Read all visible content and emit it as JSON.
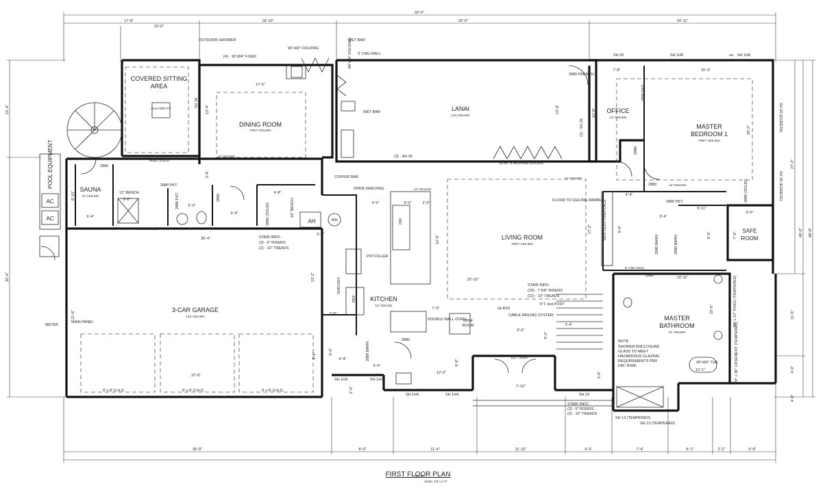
{
  "title": "FIRST FLOOR PLAN",
  "scale": "Scale: 1/4\"=1'-0\"",
  "rooms": [
    {
      "id": "covered-sitting",
      "name": "COVERED SITTING",
      "name2": "AREA",
      "sub": ""
    },
    {
      "id": "dining",
      "name": "DINING ROOM",
      "sub": "TREY CEILING"
    },
    {
      "id": "lanai",
      "name": "LANAI",
      "sub": "12'4 CEILING"
    },
    {
      "id": "office",
      "name": "OFFICE",
      "sub": "12' CEILING"
    },
    {
      "id": "master-bed",
      "name": "MASTER",
      "name2": "BEDROOM 1",
      "sub": "TREY CEILING"
    },
    {
      "id": "sauna",
      "name": "SAUNA",
      "sub": "12' CEILING"
    },
    {
      "id": "living",
      "name": "LIVING ROOM",
      "sub": "TREY CEILING"
    },
    {
      "id": "kitchen",
      "name": "KITCHEN",
      "sub": "12' CEILING"
    },
    {
      "id": "garage",
      "name": "3-CAR GARAGE",
      "sub": "14'4 CEILING"
    },
    {
      "id": "master-bath",
      "name": "MASTER",
      "name2": "BATHROOM",
      "sub": "12' CEILING"
    },
    {
      "id": "safe-room",
      "name": "SAFE",
      "name2": "ROOM",
      "sub": ""
    },
    {
      "id": "wine",
      "name": "WINE",
      "name2": "ROOM",
      "sub": ""
    }
  ],
  "labels": {
    "gas_fire_pit": "GAS FIRE PIT",
    "outdoor_shower": "OUTDOOR SHOWER",
    "fixed_windows": "(4) - 16\"x84\" FIXED",
    "folding_90x60": "90\"x60\" FOLDING",
    "wet_bar_1": "WET BAR",
    "wet_bar_2": "WET BAR",
    "cmu_wall": "3' CMU WALL",
    "folding_60x60": "60\"x60\" FOLDING",
    "french": "2880 FRENCH",
    "sgd": "8080 S.G.D.",
    "sh26_lanai": "(3) - SH 26",
    "stacking": "16'x8' STACKING DOORS",
    "sh26_office": "(2) - SH 26",
    "pool_equipment": "POOL EQUIPMENT",
    "ac1": "AC",
    "ac2": "AC",
    "coffee_bar": "COFFEE BAR",
    "open_shelving": "OPEN SHELVING",
    "ah": "AH",
    "wh": "WH",
    "bench_12": "12\" BENCH",
    "bench_16": "16\" BENCH",
    "pkt_2880": "2880 PKT.",
    "stair_info_1": "STAIR INFO:",
    "stair_info_1a": "(3) - 6\" RISERS",
    "stair_info_1b": "(2) - 10\" TREADS",
    "pot_filler": "POT-FILLER",
    "shelves": "SHELVES",
    "ref": "REF.",
    "dw": "DW",
    "double_wall_oven": "DOUBLE WALL OVEN",
    "glass": "GLASS",
    "cable_railing": "CABLE RAILING SYSTEM",
    "pt_post": "P.T. 4x4 POST",
    "stair_info_2": "STAIR INFO:",
    "stair_info_2a": "(23) - 7 5/8\" RISERS",
    "stair_info_2b": "(22) - 10\" TREADS",
    "marble": "FLOOR TO CEILING MARBLE",
    "ventless": "VENTLESS FIREPLACE",
    "note_title": "NOTE:",
    "note_1": "SHOWER ENCLOSURE",
    "note_2": "GLASS TO MEET",
    "note_3": "HAZARDOUS GLAZING",
    "note_4": "REQUIREMENTS PER",
    "note_5": "FBC R308.",
    "tub": "30\"x60\" TUB",
    "fixed_96": "96\" x 12\" FIXED (TEMPERED)",
    "casement": "24\" x 36\" CASEMENT (TEMPERED)",
    "meter": "METER",
    "main_panel": "MAIN PANEL",
    "barn_2080": "2080 BARN",
    "barn_2880a": "2880 BARN",
    "barn_2880b": "2880 BARN",
    "door_3080": "(2) - 3080",
    "stair_info_3": "STAIR INFO:",
    "stair_info_3a": "(3) - 6\" RISERS",
    "stair_info_3b": "(2) - 10\" TREADS",
    "sh13a": "SH 13 (TEMPERED)",
    "sh13b": "SH 13 (TEMPERED)",
    "sh23": "SH 23",
    "sh1h3a": "SH 1H3",
    "sh1h3b": "SH 1H3",
    "sh1h4a": "SH 1H4",
    "sh1h4b": "SH 1H4",
    "sh26_top": "SH 26",
    "sh1h6a": "SH 1H6",
    "sh1h6b": "SH 1H6",
    "sh26_egress1": "SH 26 (EGRESS)",
    "sh26_egress2": "SH 26 (EGRESS)",
    "sh36": "SH 36",
    "ohd1": "9' x 8' O.H.D.",
    "ohd2": "9' x 8' O.H.D.",
    "ohd3": "9' x 8' O.H.D.",
    "door_2880_a": "2880",
    "door_2880_b": "2880",
    "door_2880_c": "2880",
    "door_2880_d": "2880",
    "door_2880_e": "2880",
    "door_2880_f": "2880",
    "pkt_2880_b": "2880 PKT.",
    "pkt_2880_c": "2880 PKT.",
    "pkt_2880_d": "2880 PKT.",
    "solid_2880": "2880 (SOLID)",
    "solid_2880b": "2880 (SOLID)",
    "cmu_8a": "8\" CMU WALL",
    "cmu_8b": "8\" CMU WALL",
    "ceiling_12a": "12' CEILING",
    "ceiling_12b": "12' CEILING",
    "ceiling_12c": "12' CEILING",
    "ceiling_12d": "12' CEILING",
    "hb": "HB"
  },
  "dims": {
    "overall_top": "93'-5\"",
    "overall_bottom": "93'-5\"",
    "top_1": "17'-8\"",
    "top_2": "18'-10\"",
    "top_3": "32'-0\"",
    "top_4": "24'-11\"",
    "sitting_w": "10'-0\"",
    "bot_1": "35'-0\"",
    "bot_2": "8'-0\"",
    "bot_3": "11'-4\"",
    "bot_4": "11'-10\"",
    "bot_5": "6'-0\"",
    "bot_6": "7'-4\"",
    "bot_7": "6'-1\"",
    "bot_8": "2'-2\"",
    "bot_9": "5'-8\"",
    "left_1": "12'-4\"",
    "left_2": "32'-4\"",
    "right_1": "27'-2\"",
    "right_2": "46'-8\"",
    "right_3": "46'-8\"",
    "right_4": "11'-6\"",
    "right_5": "4'-0\"",
    "right_6": "4'-0\"",
    "d_17_6": "17'-6\"",
    "d_12_4": "12'-4\"",
    "d_3_8": "3'-8\"",
    "d_36_4": "36'-4\"",
    "d_12_2": "12'-2\"",
    "d_37_8": "37'-8\"",
    "d_6_4": "6'-4\"",
    "d_8_10": "8'-10\"",
    "d_3_0": "3'-0\"",
    "d_5_0": "5'-0\"",
    "d_5_4": "5'-4\"",
    "d_4_8": "4'-8\"",
    "d_6_0": "6'-0\"",
    "d_4_0": "4'-0\"",
    "d_4_0b": "4'-0\"",
    "d_2_0": "2'-0\"",
    "d_12_0": "12'-0\"",
    "d_23_10": "23'-10\"",
    "d_17_2": "17'-2\"",
    "d_13_0": "13'-0\"",
    "d_12_8": "12'-8\"",
    "d_7_8": "7'-8\"",
    "d_15_3": "15'-3\"",
    "d_18_2": "18'-2\"",
    "d_4_4": "4'-4\"",
    "d_3_4": "3'-4\"",
    "d_9_6": "9'-6\"",
    "d_8_0": "8'-0\"",
    "d_5_11": "5'-11\"",
    "d_5_0b": "5'-0\"",
    "d_7_0": "7'-0\"",
    "d_10_11": "10'-11\"",
    "d_10_6": "10'-6\"",
    "d_12_1": "12'-1\"",
    "d_7_0b": "7'-0\"",
    "d_3_4b": "3'-4\"",
    "d_8_6": "8'-6\"",
    "d_12_0b": "12'-0\"",
    "d_7_10": "7'-10\"",
    "d_6_2": "6'-2\"",
    "d_6_0b": "6'-0\"",
    "d_4_4b": "4'-4\"",
    "d_9_4": "9'-4\"",
    "d_2_8": "2'-8\"",
    "d_21_6": "21'-6\"",
    "d_6_6": "6'-6\"",
    "d_3_6": "3'-6\"",
    "d_2_0b": "2'-0\"",
    "d_4_0c": "4'-0\""
  }
}
